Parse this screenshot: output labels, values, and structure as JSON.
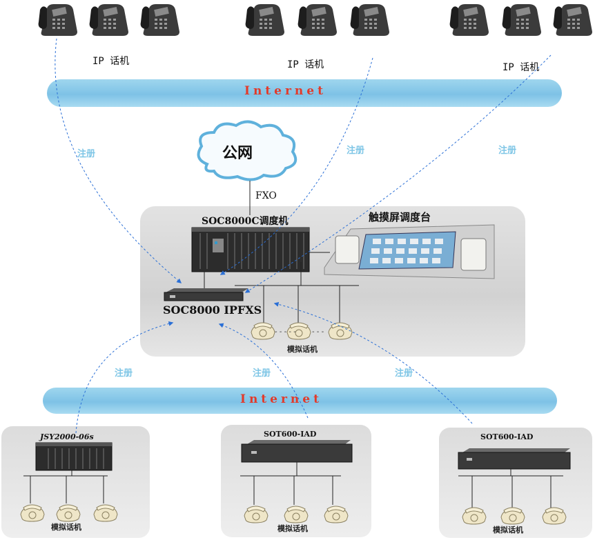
{
  "ip_phone_label": "IP 话机",
  "internet_label": "Internet",
  "register_label": "注册",
  "public_net_label": "公网",
  "fxo_label": "FXO",
  "dispatcher_label": "SOC8000C调度机",
  "touch_console_label": "触摸屏调度台",
  "ipfxs_label": "SOC8000 IPFXS",
  "analog_phone_label": "模拟话机",
  "remote_sites": [
    {
      "device": "JSY2000-06s",
      "phones": "模拟话机"
    },
    {
      "device": "SOT600-IAD",
      "phones": "模拟话机"
    },
    {
      "device": "SOT600-IAD",
      "phones": "模拟话机"
    }
  ]
}
